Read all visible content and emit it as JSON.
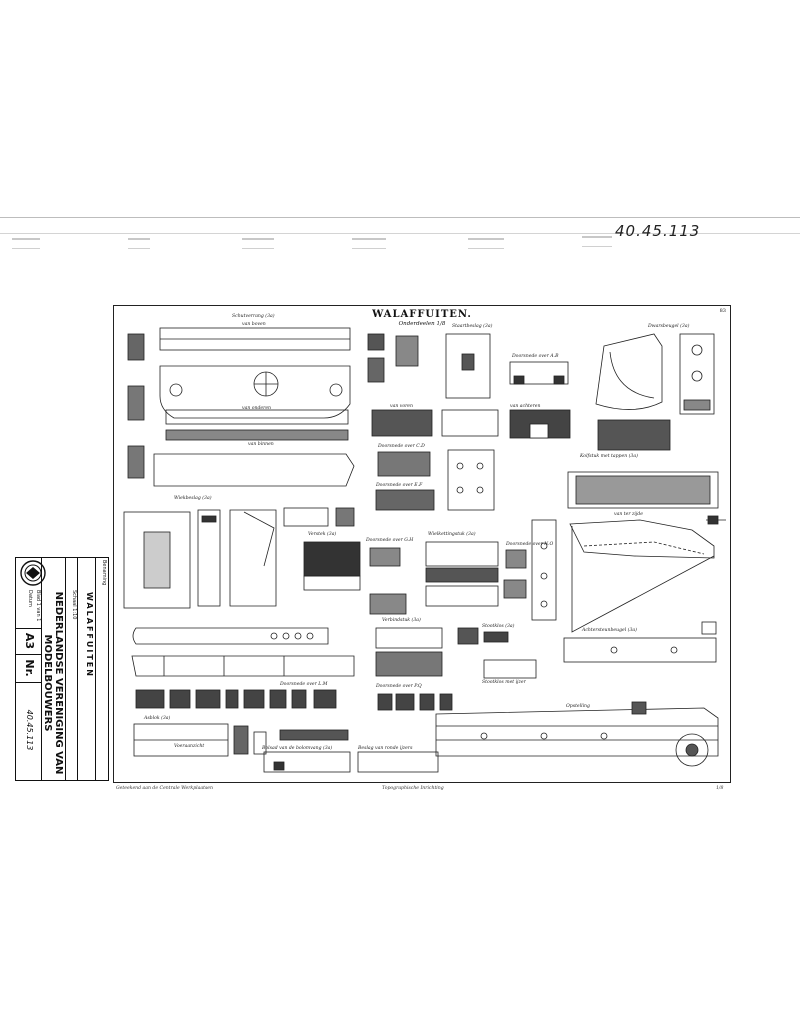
{
  "archive_number": "40.45.113",
  "sheet": {
    "page_number": "83",
    "title": "WALAFFUITEN.",
    "subtitle": "Onderdeelen 1/8",
    "labels": [
      "Schutverrang (3a)",
      "van boven",
      "van onderen",
      "van binnen",
      "van voren",
      "Doorsnede over A.B",
      "Doorsnede over C.D",
      "Doorsnede over E.F",
      "van ter zijde",
      "van achteren",
      "Staartbeslag (3a)",
      "Kolfstuk met tappen (3a)",
      "Dwarsbeugel (3a)",
      "Wiekbeslag (3a)",
      "Verstek (3a)",
      "Doorsnede over G.H",
      "Wielkettingstuk (3a)",
      "Doorsnede over L.M",
      "Verbindstuk (3a)",
      "Stootklos (3a)",
      "Stootklos met ijzer",
      "Doorsnede over N.O",
      "Asblok (3a)",
      "Voeraanzicht",
      "Doorsnede over P.Q",
      "Achtersteunbeugel (3a)",
      "Opstelling",
      "Bolsad van de bolomvang (3a)",
      "Beslag van ronde ijzers"
    ],
    "footer_left": "Geteekend aan de Centrale Werkplaatsen",
    "footer_mid": "Topographische Inrichting",
    "footer_right": "1/8"
  },
  "title_block": {
    "benaming_label": "Benaming",
    "name": "WALAFFUITEN",
    "scale_note": "Schaal 1:10",
    "organization": "NEDERLANDSE VERENIGING VAN MODELBOUWERS",
    "format": "A3",
    "number_label": "Nr.",
    "number": "40.45.113",
    "sheet_label": "Blad 1 van 1",
    "date_label": "Datum"
  }
}
